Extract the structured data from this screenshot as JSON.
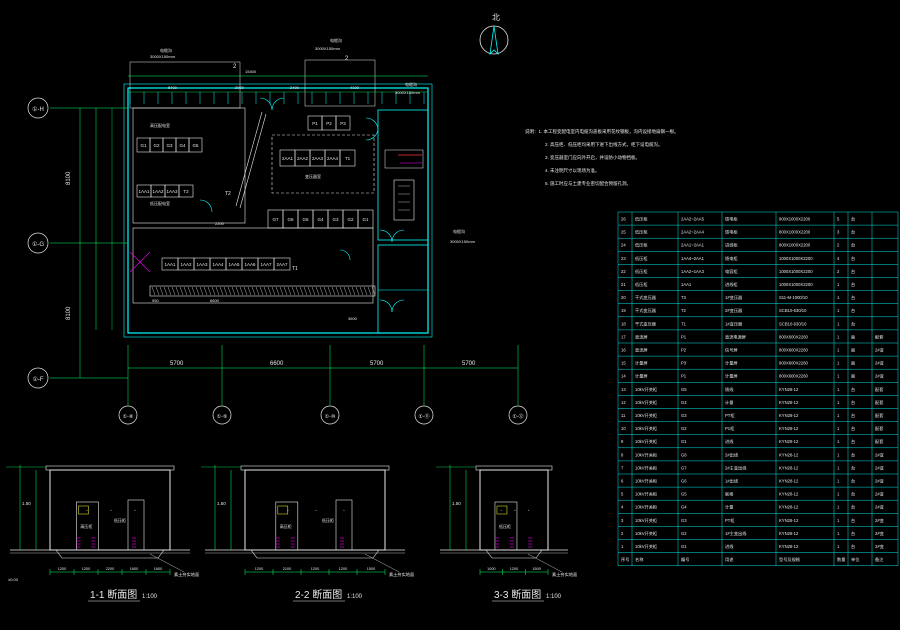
{
  "colors": {
    "background": "#000000",
    "wall": "#00ffff",
    "cyan_line": "#00e5e5",
    "green_line": "#00ff66",
    "text": "#e8e8e8",
    "yellow": "#ffff33",
    "magenta": "#ff00ff",
    "red": "#ff3333"
  },
  "north_label": "北",
  "axes": {
    "top": [
      "2",
      "2"
    ],
    "columns": [
      "①-⑧",
      "①-⑨",
      "①-⑩",
      "①-⑪",
      "①-⑫"
    ],
    "rows": [
      "①-H",
      "①-G",
      "①-F"
    ]
  },
  "dims": {
    "bottom": [
      "5700",
      "6600",
      "5700",
      "5700"
    ],
    "left": [
      "8100",
      "8100"
    ],
    "top_total": "15400",
    "top_sub": [
      "5400",
      "2900",
      "2400",
      "4100"
    ],
    "cable_trench_1": "3000X150mm",
    "cable_trench_2": "3000X150mm",
    "cable_trench_3": "3000X150mm",
    "cable_trench_4": "3000X150mm",
    "inner_2200": "2200",
    "inner_6600": "6600",
    "inner_950": "950",
    "inner_3600": "3600"
  },
  "plan_labels": {
    "trench_1": "电缆沟",
    "trench_2": "电缆沟",
    "trench_3": "电缆沟",
    "trench_4": "电缆沟",
    "room_hv": "高压配电室",
    "room_lv": "低压配电室",
    "room_tx": "变压器室",
    "g_cabinets_top": [
      "G1",
      "G2",
      "G3",
      "G4",
      "G5"
    ],
    "p_cabinets": [
      "P1",
      "P2",
      "P3"
    ],
    "aa_row_top": [
      "1AA1",
      "1AA2",
      "1AA3",
      "T2"
    ],
    "aa_row_right": [
      "2AA1",
      "2AA2",
      "2AA3",
      "2AA4",
      "T1"
    ],
    "aa_row_bottom": [
      "1AA1",
      "1AA2",
      "1AA3",
      "1AA4",
      "1AA5",
      "1AA6",
      "1AA7",
      "2AA7"
    ],
    "g_cabinets_bottom": [
      "G7",
      "G6",
      "G5",
      "G4",
      "G3",
      "G2",
      "G1"
    ],
    "tx_t1": "T1",
    "tx_t2": "T2"
  },
  "notes": {
    "lines": [
      "说明：1. 本工程变配电室内电缆沟盖板采用花纹钢板，沟内设接地扁钢一根。",
      "2. 高压柜、低压柜均采用下进下出线方式，柜下设电缆沟。",
      "3. 变压器室门应向外开启，并设防小动物挡板。",
      "4. 未注明尺寸以现场为准。",
      "5. 施工时应与土建专业密切配合预留孔洞。"
    ]
  },
  "equipment_table": {
    "rows": [
      [
        "26",
        "低压柜",
        "2AA2~2AA5",
        "馈电柜",
        "800X1000X2200",
        "5",
        "台",
        ""
      ],
      [
        "25",
        "低压柜",
        "2AA2~2AA4",
        "馈电柜",
        "800X1000X2200",
        "3",
        "台",
        ""
      ],
      [
        "24",
        "低压柜",
        "2AA1~2AA1",
        "进线柜",
        "800X1000X2200",
        "2",
        "台",
        ""
      ],
      [
        "23",
        "低压柜",
        "1AA4~2AA1",
        "馈电柜",
        "1000X1000X2200",
        "4",
        "台",
        ""
      ],
      [
        "22",
        "低压柜",
        "1AA2~1AA3",
        "电容柜",
        "1000X1000X2200",
        "2",
        "台",
        ""
      ],
      [
        "21",
        "低压柜",
        "1AA1",
        "进线柜",
        "1000X1000X2200",
        "1",
        "台",
        ""
      ],
      [
        "20",
        "干式变压器",
        "T3",
        "1#变压器",
        "S11-M-1000/10",
        "1",
        "台",
        ""
      ],
      [
        "19",
        "干式变压器",
        "T2",
        "2#变压器",
        "SCB10-630/10",
        "1",
        "台",
        ""
      ],
      [
        "18",
        "干式变压器",
        "T1",
        "1#变压器",
        "SCB10-630/10",
        "1",
        "台",
        ""
      ],
      [
        "17",
        "直流屏",
        "P1",
        "直流电源屏",
        "800X600X2260",
        "1",
        "面",
        "配套"
      ],
      [
        "16",
        "直流屏",
        "P2",
        "信号屏",
        "800X600X2260",
        "1",
        "面",
        "2#变"
      ],
      [
        "15",
        "计量屏",
        "P3",
        "计量屏",
        "800X600X2260",
        "1",
        "面",
        "2#变"
      ],
      [
        "14",
        "计量屏",
        "P1",
        "计量屏",
        "800X600X2260",
        "1",
        "面",
        "2#变"
      ],
      [
        "13",
        "10kV开关柜",
        "G5",
        "馈线",
        "KYN28-12",
        "1",
        "台",
        "配套"
      ],
      [
        "12",
        "10kV开关柜",
        "G4",
        "计量",
        "KYN28-12",
        "1",
        "台",
        "配套"
      ],
      [
        "11",
        "10kV开关柜",
        "G3",
        "PT柜",
        "KYN28-12",
        "1",
        "台",
        "配套"
      ],
      [
        "10",
        "10kV开关柜",
        "G2",
        "P1柜",
        "KYN28-12",
        "1",
        "台",
        "配套"
      ],
      [
        "9",
        "10kV开关柜",
        "G1",
        "进线",
        "KYN28-12",
        "1",
        "台",
        "配套"
      ],
      [
        "8",
        "10kV开关柜",
        "G8",
        "2#出线",
        "KYN28-12",
        "1",
        "台",
        "2#变"
      ],
      [
        "7",
        "10kV开关柜",
        "G7",
        "2#主变出线",
        "KYN28-12",
        "1",
        "台",
        "2#变"
      ],
      [
        "6",
        "10kV开关柜",
        "G6",
        "1#出线",
        "KYN28-12",
        "1",
        "台",
        "2#变"
      ],
      [
        "5",
        "10kV开关柜",
        "G5",
        "联络",
        "KYN28-12",
        "1",
        "台",
        "2#变"
      ],
      [
        "4",
        "10kV开关柜",
        "G4",
        "计量",
        "KYN28-12",
        "1",
        "台",
        "2#变"
      ],
      [
        "3",
        "10kV开关柜",
        "G3",
        "PT柜",
        "KYN28-12",
        "1",
        "台",
        "2#变"
      ],
      [
        "2",
        "10kV开关柜",
        "G2",
        "1#主变出线",
        "KYN28-12",
        "1",
        "台",
        "2#变"
      ],
      [
        "1",
        "10kV开关柜",
        "G1",
        "进线",
        "KYN28-12",
        "1",
        "台",
        "2#变"
      ]
    ],
    "header": [
      "序号",
      "名称",
      "编号",
      "用途",
      "型号及规格",
      "数量",
      "单位",
      "备注"
    ]
  },
  "sections": [
    {
      "title": "1-1 断面图",
      "scale": "1:100",
      "left_label": "1.50",
      "cab_label": "高压柜",
      "lv_label": "低压柜",
      "floor_label": "素土夯实地面"
    },
    {
      "title": "2-2 断面图",
      "scale": "1:100",
      "left_label": "1.50",
      "cab_label": "高压柜",
      "lv_label": "低压柜",
      "floor_label": "素土夯实地面"
    },
    {
      "title": "3-3 断面图",
      "scale": "1:100",
      "left_label": "1.50",
      "cab_label": "低压柜",
      "lv_label": "",
      "floor_label": "素土夯实地面"
    }
  ],
  "bottom_dims": {
    "s1": [
      "1200",
      "1200",
      "2200",
      "1600",
      "1600"
    ],
    "s2": [
      "1200",
      "2100",
      "1200",
      "1200",
      "1500"
    ],
    "s3": [
      "1000",
      "1200",
      "1500"
    ]
  },
  "legend_small": "±0.00"
}
